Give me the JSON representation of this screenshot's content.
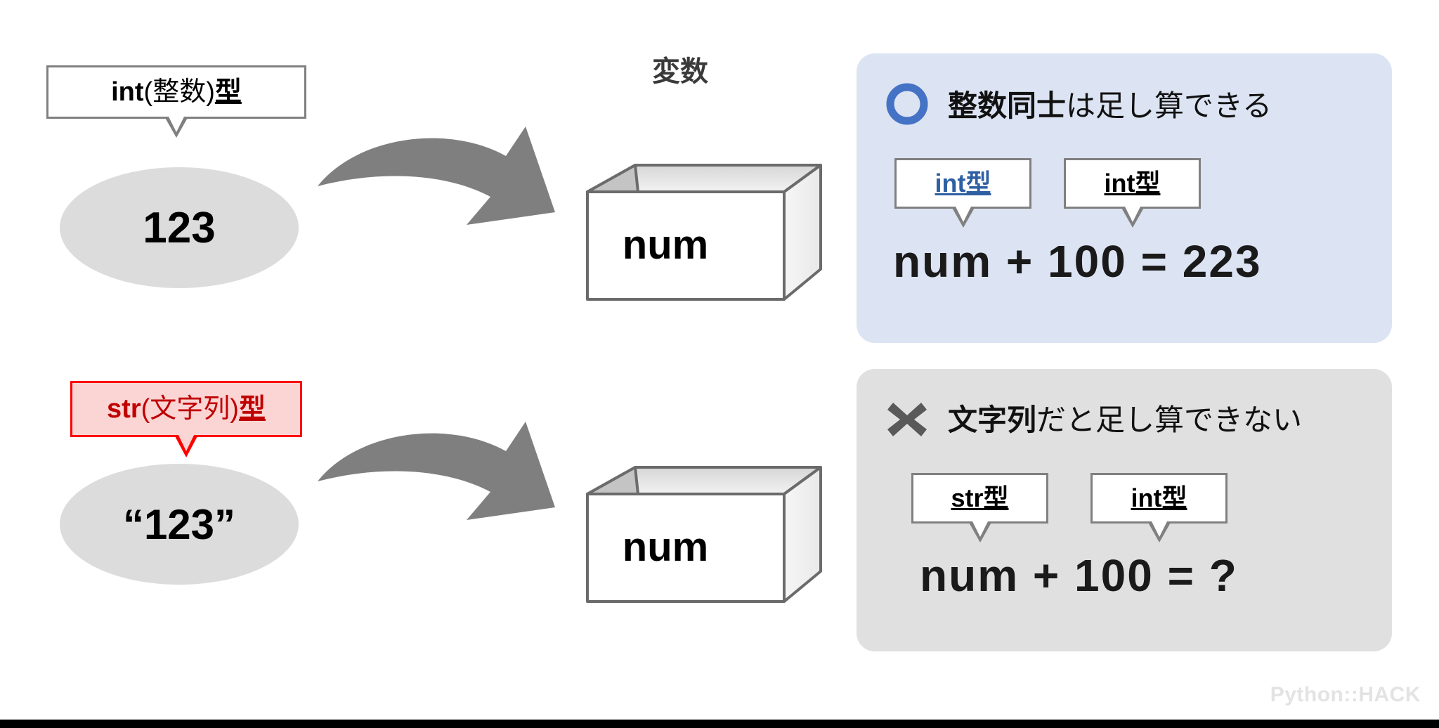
{
  "slide": {
    "title_hidden": "",
    "watermark": "Python::HACK"
  },
  "variable_label": "変数",
  "rows": [
    {
      "type_label": {
        "code": "int",
        "paren": "(整数)",
        "suffix": "型"
      },
      "value_label": "123",
      "box_label": "num",
      "style": "gray"
    },
    {
      "type_label": {
        "code": "str",
        "paren": "(文字列)",
        "suffix": "型"
      },
      "value_label": "“123”",
      "box_label": "num",
      "style": "red"
    }
  ],
  "panels": [
    {
      "mark": "circle-mark-icon",
      "mark_color": "#4472C4",
      "background": "#DCE4F3",
      "heading_bold": "整数同士",
      "heading_rest": "は足し算できる",
      "tags": [
        {
          "text": "int型",
          "color": "#2E5FA3"
        },
        {
          "text": "int型",
          "color": "#000000"
        }
      ],
      "equation": "num + 100 = 223"
    },
    {
      "mark": "cross-mark-icon",
      "mark_color": "#595959",
      "background": "#E0E0E0",
      "heading_bold": "文字列",
      "heading_rest": "だと足し算できない",
      "tags": [
        {
          "text": "str型",
          "color": "#000000"
        },
        {
          "text": "int型",
          "color": "#000000"
        }
      ],
      "equation": "num + 100 =  ?"
    }
  ],
  "arrows": [
    {
      "name": "assign-arrow-top"
    },
    {
      "name": "assign-arrow-bottom"
    }
  ]
}
